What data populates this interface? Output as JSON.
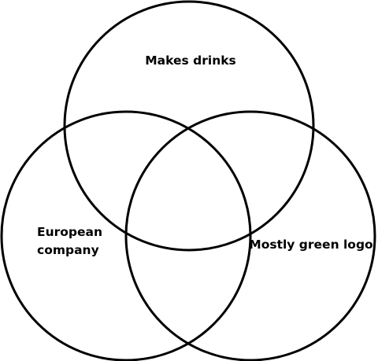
{
  "diagram": {
    "type": "venn",
    "line_color": "#000000",
    "background_color": "#ffffff",
    "sets": [
      {
        "label_lines": [
          "Makes drinks"
        ]
      },
      {
        "label_lines": [
          "European",
          "company"
        ]
      },
      {
        "label_lines": [
          "Mostly green logo"
        ]
      }
    ]
  }
}
